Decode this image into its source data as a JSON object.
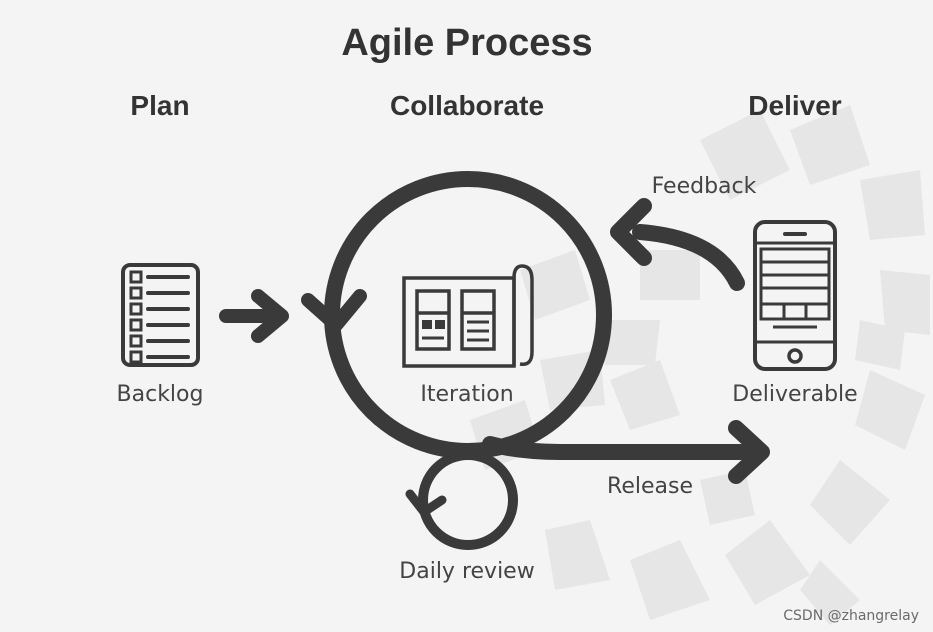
{
  "title": "Agile Process",
  "columns": {
    "plan": "Plan",
    "collaborate": "Collaborate",
    "deliver": "Deliver"
  },
  "nodes": {
    "backlog": "Backlog",
    "iteration": "Iteration",
    "deliverable": "Deliverable"
  },
  "edges": {
    "feedback": "Feedback",
    "release": "Release",
    "daily_review": "Daily review"
  },
  "watermark": "CSDN @zhangrelay",
  "colors": {
    "background": "#f4f4f4",
    "ink": "#3a3a3a",
    "decor": "#e4e4e4"
  }
}
